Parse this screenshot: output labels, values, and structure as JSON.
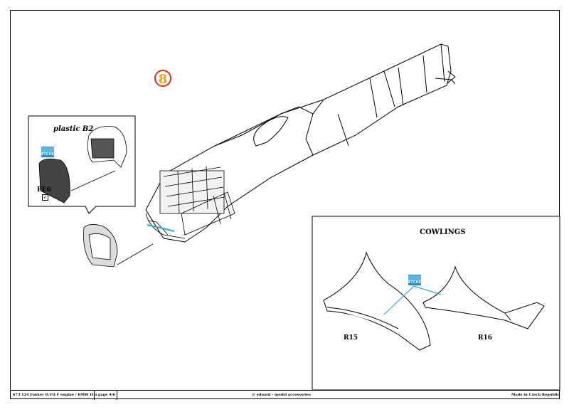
{
  "step": {
    "number": "8"
  },
  "inset": {
    "title": "plastic B2",
    "pe_label": "PE6",
    "badge_top": "",
    "badge_text": "ETCHED"
  },
  "cowlings": {
    "title": "COWLINGS",
    "left_part": "R15",
    "right_part": "R16",
    "badge_text": "ETCHED"
  },
  "footer": {
    "product": "673 124 Fokker D.VII F engine / BMW IIIa",
    "page": "page 4/6",
    "copyright": "© eduard - model accessories",
    "origin": "Made in Czech Republic"
  },
  "colors": {
    "step_ring": "#e0301c",
    "step_digit": "#e7a21a",
    "callout": "#2aa7d6",
    "badge": "#2a8cc6"
  }
}
